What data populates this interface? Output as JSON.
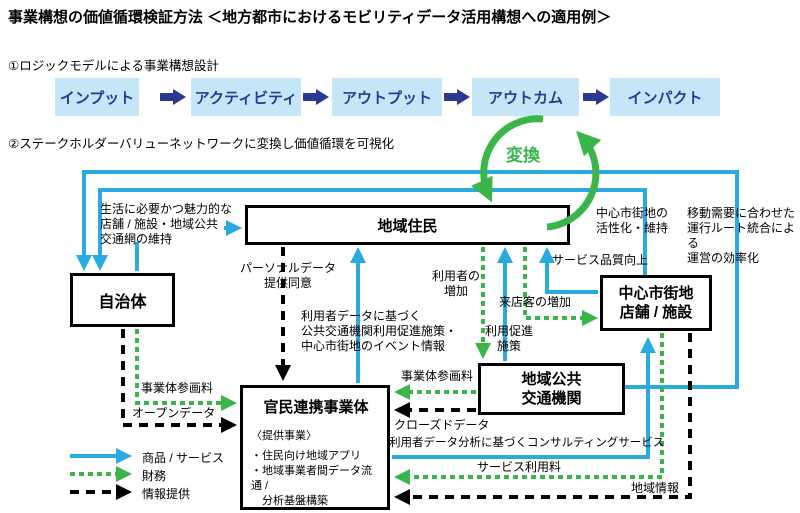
{
  "title": "事業構想の価値循環検証方法 ＜地方都市におけるモビリティデータ活用構想への適用例＞",
  "section1": {
    "label": "①ロジックモデルによる事業構想設計",
    "stages": [
      "インプット",
      "アクティビティ",
      "アウトプット",
      "アウトカム",
      "インパクト"
    ]
  },
  "section2": {
    "label": "②ステークホルダーバリューネットワークに変換し価値循環を可視化",
    "transform_label": "変換"
  },
  "boxes": {
    "municipality": {
      "label": "自治体"
    },
    "residents": {
      "label": "地域住民"
    },
    "stores": {
      "label": "中心市街地\n店舗 / 施設"
    },
    "transit": {
      "label": "地域公共\n交通機関"
    },
    "entity": {
      "title": "官民連携事業体",
      "subtitle": "〈提供事業〉",
      "items": [
        "・住民向け地域アプリ",
        "・地域事業者間データ流通 /",
        "　分析基盤構築"
      ]
    }
  },
  "labels": {
    "attract": "生活に必要かつ魅力的な\n店舗 / 施設・地域公共\n交通網の維持",
    "personal_data": "パーソナルデータ\n提供同意",
    "user_data_policy": "利用者データに基づく\n公共交通機関利用促進施策・\n中心市街地のイベント情報",
    "fee_left": "事業体参画料",
    "open_data": "オープンデータ",
    "fee_right": "事業体参画料",
    "closed_data": "クローズドデータ",
    "consulting": "利用者データ分析に基づくコンサルティングサービス",
    "service_fee": "サービス利用料",
    "local_info": "地域情報",
    "user_increase": "利用者の\n増加",
    "promotion": "利用促進\n施策",
    "visitors_increase": "来店客の増加",
    "service_quality": "サービス品質向上",
    "city_revitalization": "中心市街地の\n活性化・維持",
    "route_efficiency": "移動需要に合わせた\n運行ルート統合による\n運営の効率化"
  },
  "legend": {
    "goods": "商品 / サービス",
    "finance": "財務",
    "info": "情報提供"
  },
  "colors": {
    "flow_blue": "#29ABE2",
    "flow_green": "#39B54A",
    "flow_black": "#000000",
    "stage_fill": "#C5E6F7",
    "stage_navy": "#2B3990"
  }
}
